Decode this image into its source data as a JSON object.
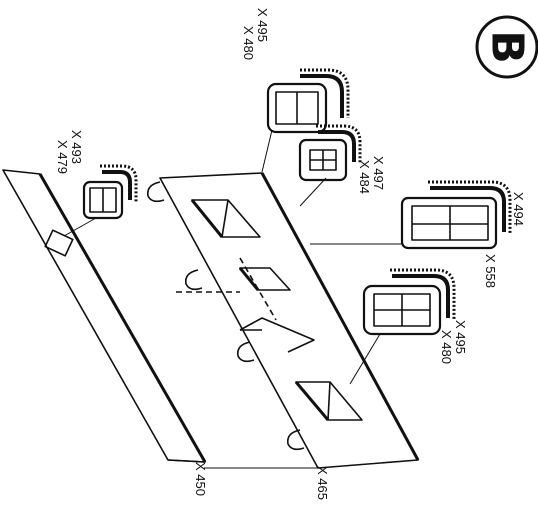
{
  "badge": {
    "letter": "B"
  },
  "labels": {
    "top_window_a": "X 495",
    "top_window_b": "X 480",
    "left_window_a": "X 493",
    "left_window_b": "X 479",
    "center_window_a": "X 497",
    "center_window_b": "X 484",
    "large_window_a": "X 494",
    "large_window_b": "X 558",
    "lower_window_a": "X 495",
    "lower_window_b": "X 480",
    "front_wall": "X 450",
    "rear_wall": "X 465"
  }
}
